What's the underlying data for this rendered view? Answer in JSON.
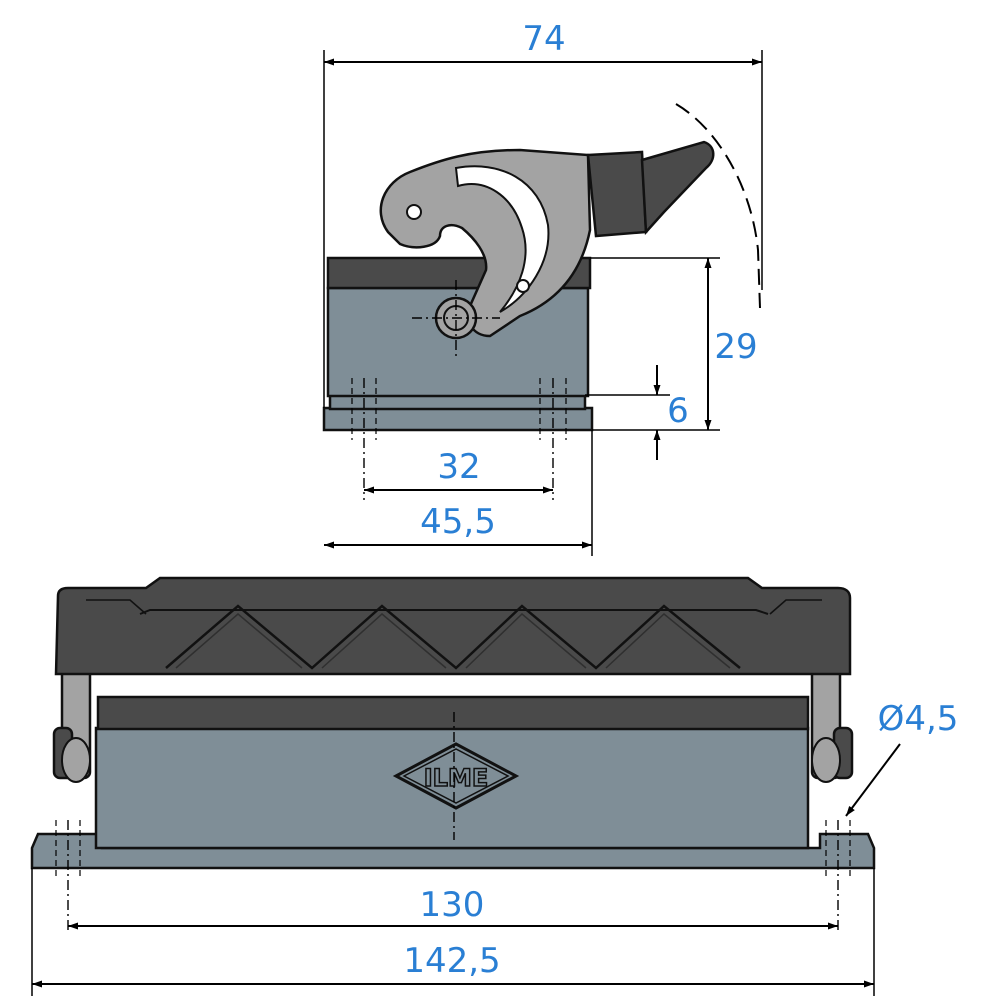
{
  "dimensions": {
    "top_width": "74",
    "height_total": "29",
    "flange_height": "6",
    "hole_spacing_small": "32",
    "base_width_small": "45,5",
    "hole_diameter": "Ø4,5",
    "hole_spacing_large": "130",
    "base_width_large": "142,5"
  },
  "logo": {
    "text": "ILME"
  },
  "colors": {
    "dimension_text": "#2a7fd4",
    "housing_body": "#7f8e97",
    "cover_dark": "#4a4a4a",
    "lever_grey": "#a3a3a3"
  }
}
